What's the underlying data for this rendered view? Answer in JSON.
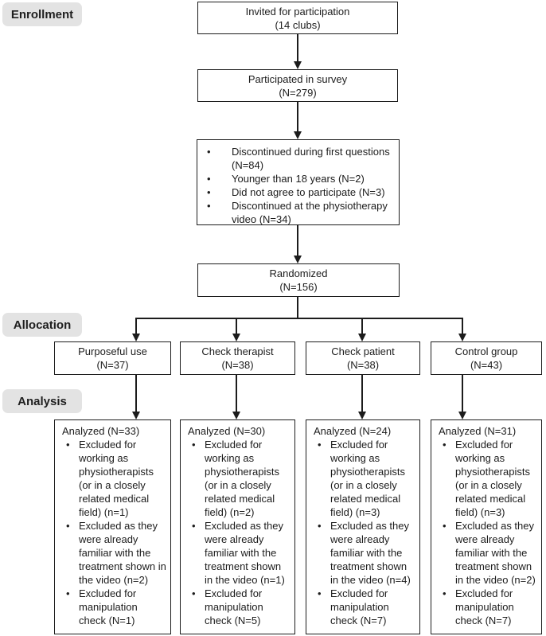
{
  "stage_labels": {
    "enrollment": "Enrollment",
    "allocation": "Allocation",
    "analysis": "Analysis"
  },
  "flow": {
    "invited": {
      "line1": "Invited for participation",
      "line2": "(14 clubs)"
    },
    "survey": {
      "line1": "Participated in survey",
      "line2": "(N=279)"
    },
    "exclusions": {
      "items": [
        "Discontinued during first questions (N=84)",
        "Younger than 18 years (N=2)",
        "Did not agree to participate (N=3)",
        "Discontinued at the physiotherapy video (N=34)"
      ]
    },
    "randomized": {
      "line1": "Randomized",
      "line2": "(N=156)"
    }
  },
  "allocation_groups": [
    {
      "line1": "Purposeful use",
      "line2": "(N=37)"
    },
    {
      "line1": "Check therapist",
      "line2": "(N=38)"
    },
    {
      "line1": "Check patient",
      "line2": "(N=38)"
    },
    {
      "line1": "Control group",
      "line2": "(N=43)"
    }
  ],
  "analysis_groups": [
    {
      "title": "Analyzed (N=33)",
      "bullets": [
        "Excluded for working as physiotherapists (or in a closely related medical field) (n=1)",
        "Excluded as they were already familiar with the treatment shown in the video (n=2)",
        "Excluded for manipulation check (N=1)"
      ]
    },
    {
      "title": "Analyzed (N=30)",
      "bullets": [
        "Excluded for working as physiotherapists (or in a closely related medical field) (n=2)",
        "Excluded as they were already familiar with the treatment shown in the video (n=1)",
        "Excluded for manipulation check (N=5)"
      ]
    },
    {
      "title": "Analyzed (N=24)",
      "bullets": [
        "Excluded for working as physiotherapists (or in a closely related medical field) (n=3)",
        "Excluded as they were already familiar with the treatment shown in the video (n=4)",
        "Excluded for manipulation check (N=7)"
      ]
    },
    {
      "title": "Analyzed (N=31)",
      "bullets": [
        "Excluded for working as physiotherapists (or in a closely related medical field) (n=3)",
        "Excluded as they were already familiar with the treatment shown in the video (n=2)",
        "Excluded for manipulation check (N=7)"
      ]
    }
  ],
  "colors": {
    "line": "#1c1c1c",
    "label_background": "#e3e3e3",
    "box_background": "#ffffff"
  }
}
